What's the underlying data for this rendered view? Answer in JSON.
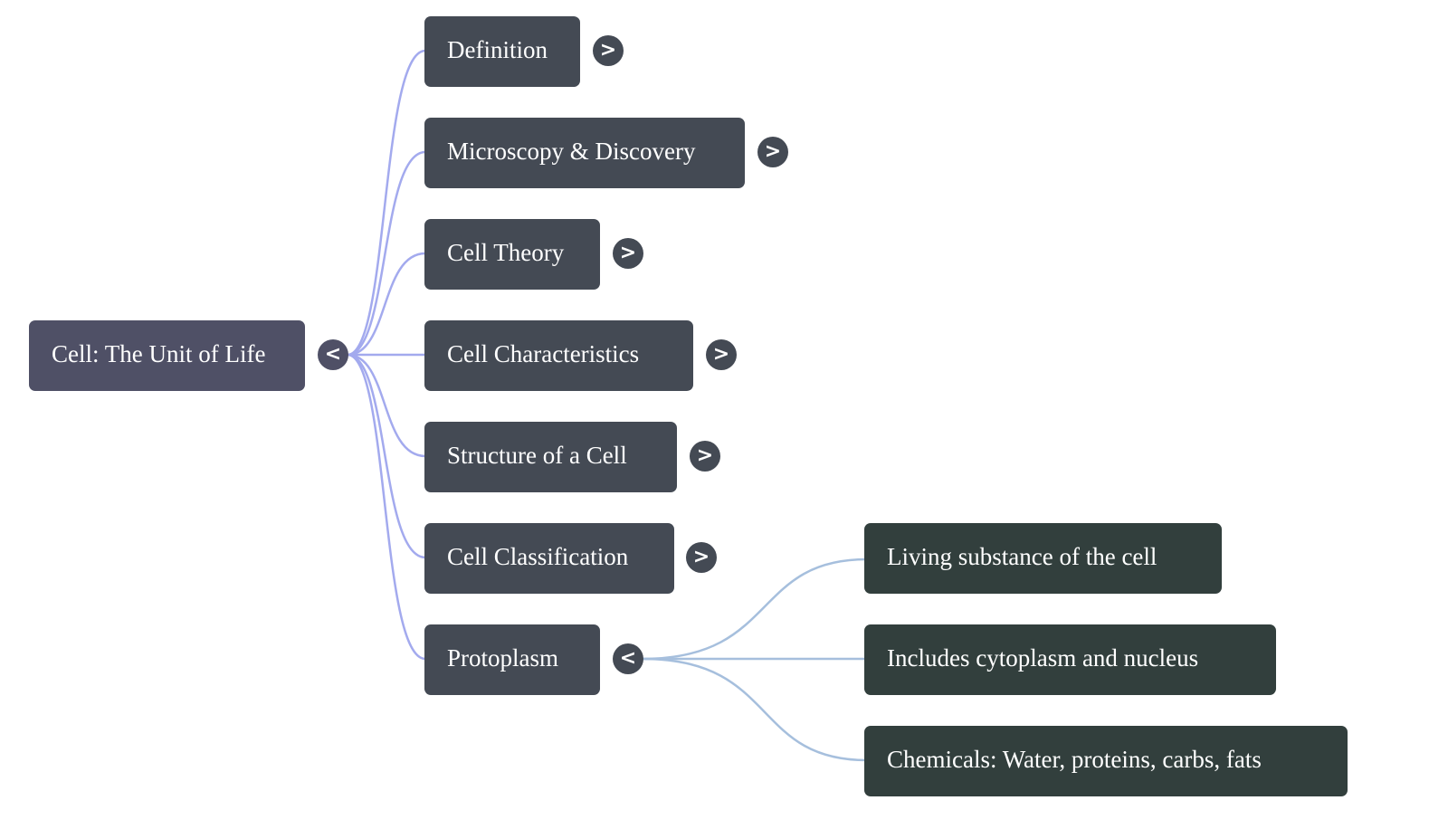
{
  "root": {
    "label": "Cell: The Unit of Life",
    "toggle": "<",
    "color": "#4f5066"
  },
  "branches": [
    {
      "label": "Definition",
      "toggle": ">"
    },
    {
      "label": "Microscopy & Discovery",
      "toggle": ">"
    },
    {
      "label": "Cell Theory",
      "toggle": ">"
    },
    {
      "label": "Cell Characteristics",
      "toggle": ">"
    },
    {
      "label": "Structure of a Cell",
      "toggle": ">"
    },
    {
      "label": "Cell Classification",
      "toggle": ">"
    },
    {
      "label": "Protoplasm",
      "toggle": "<"
    }
  ],
  "protoplasm_children": [
    {
      "label": "Living substance of the cell"
    },
    {
      "label": "Includes cytoplasm and nucleus"
    },
    {
      "label": "Chemicals: Water, proteins, carbs, fats"
    }
  ],
  "colors": {
    "branch_node": "#444a54",
    "leaf_node": "#323f3d",
    "root_links": "#a3aaee",
    "leaf_links": "#a6bfdd"
  }
}
